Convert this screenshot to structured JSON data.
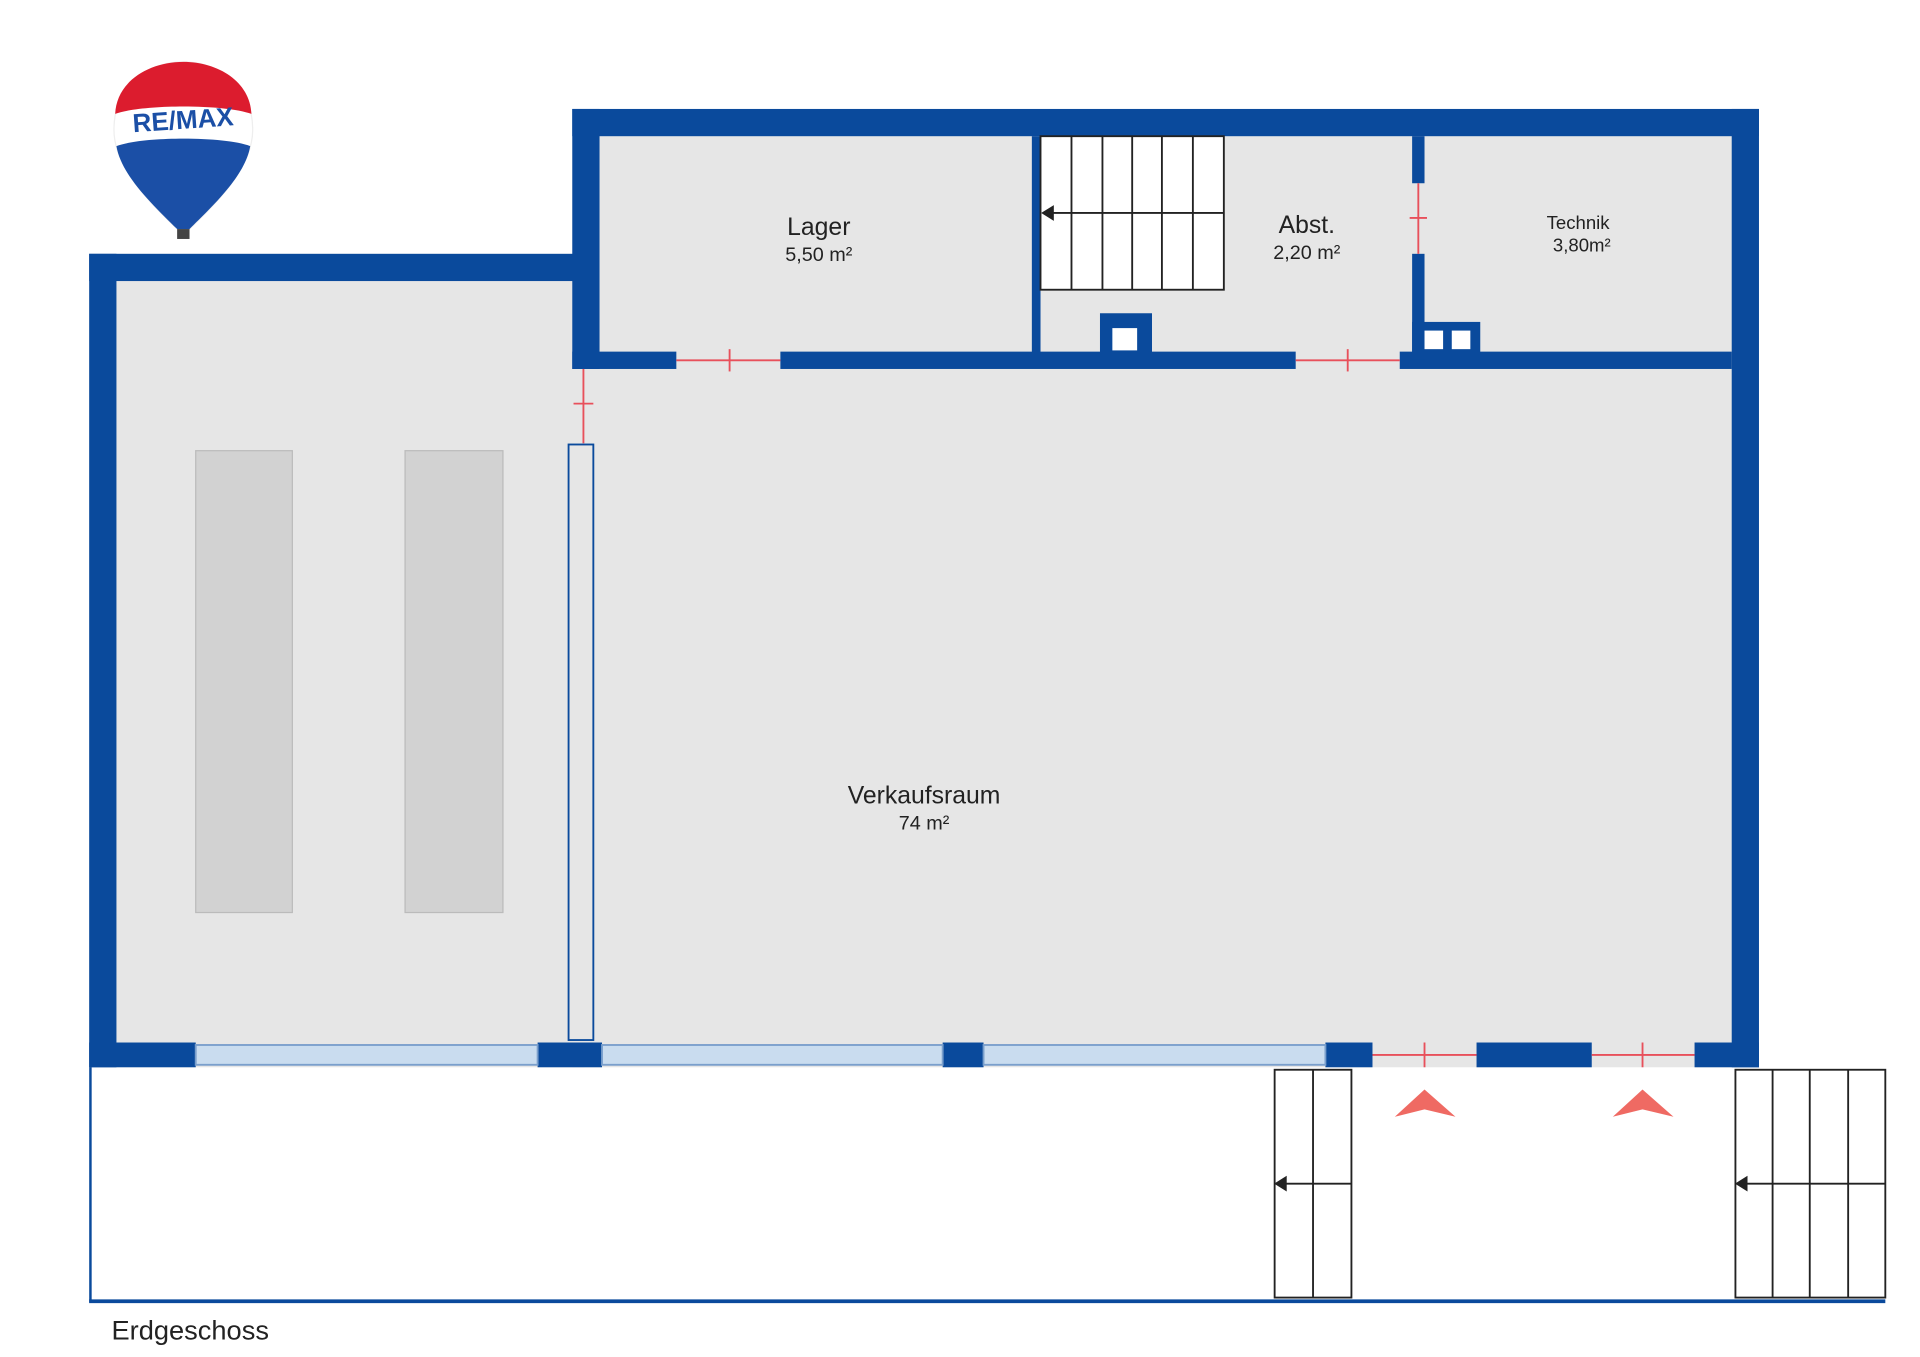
{
  "logo": {
    "text": "RE/MAX",
    "colors": {
      "red": "#dc1c2e",
      "blue": "#003da5"
    }
  },
  "colors": {
    "wall": "#0a4a9c",
    "floor": "#e6e6e6",
    "door": "#e8505b",
    "window": "#c9dcef",
    "pillar": "#d2d2d2"
  },
  "rooms": {
    "lager": {
      "name": "Lager",
      "area": "5,50 m²"
    },
    "abst": {
      "name": "Abst.",
      "area": "2,20 m²"
    },
    "technik": {
      "name": "Technik",
      "area": "3,80m²"
    },
    "verkaufsraum": {
      "name": "Verkaufsraum",
      "area": "74 m²"
    }
  },
  "floor_label": "Erdgeschoss"
}
